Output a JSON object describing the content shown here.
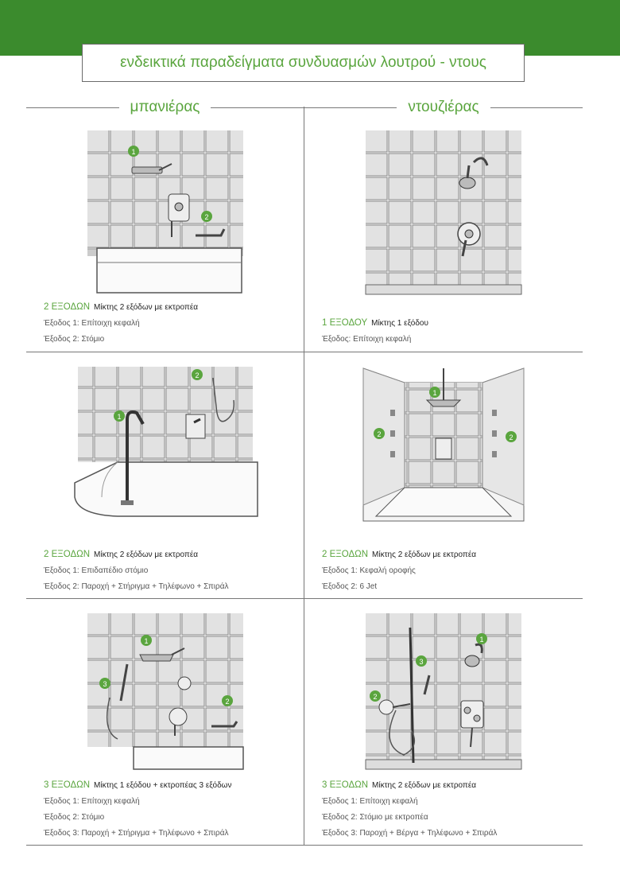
{
  "title": "ενδεικτικά παραδείγματα συνδυασμών λουτρού - ντους",
  "columns": {
    "left": "μπανιέρας",
    "right": "ντουζιέρας"
  },
  "cells": [
    {
      "num": "2 ΕΞΟΔΩΝ",
      "desc": "Μίκτης 2 εξόδων με εκτροπέα",
      "rows": [
        "Έξοδος 1: Επίτοιχη κεφαλή",
        "Έξοδος 2: Στόμιο"
      ],
      "markers": [
        "1",
        "2"
      ]
    },
    {
      "num": "1 ΕΞΟΔΟΥ",
      "desc": "Μίκτης 1 εξόδου",
      "rows": [
        "Έξοδος: Επίτοιχη κεφαλή"
      ],
      "markers": []
    },
    {
      "num": "2 ΕΞΟΔΩΝ",
      "desc": "Μίκτης 2 εξόδων με εκτροπέα",
      "rows": [
        "Έξοδος 1: Επιδαπέδιο στόμιο",
        "Έξοδος 2: Παροχή + Στήριγμα + Τηλέφωνο + Σπιράλ"
      ],
      "markers": [
        "1",
        "2"
      ]
    },
    {
      "num": "2 ΕΞΟΔΩΝ",
      "desc": "Μίκτης 2 εξόδων με εκτροπέα",
      "rows": [
        "Έξοδος 1: Κεφαλή οροφής",
        "Έξοδος 2: 6 Jet"
      ],
      "markers": [
        "1",
        "2",
        "2"
      ]
    },
    {
      "num": "3 ΕΞΟΔΩΝ",
      "desc": "Μίκτης 1 εξόδου + εκτροπέας 3 εξόδων",
      "rows": [
        "Έξοδος 1: Επίτοιχη κεφαλή",
        "Έξοδος 2: Στόμιο",
        "Έξοδος 3: Παροχή + Στήριγμα + Τηλέφωνο + Σπιράλ"
      ],
      "markers": [
        "1",
        "2",
        "3"
      ]
    },
    {
      "num": "3 ΕΞΟΔΩΝ",
      "desc": "Μίκτης 2 εξόδων με εκτροπέα",
      "rows": [
        "Έξοδος 1: Επίτοιχη κεφαλή",
        "Έξοδος 2: Στόμιο με εκτροπέα",
        "Έξοδος 3: Παροχή + Βέργα + Τηλέφωνο + Σπιράλ"
      ],
      "markers": [
        "1",
        "2",
        "3"
      ]
    }
  ],
  "colors": {
    "brand_green": "#3b8b2d",
    "accent_green": "#5aa53e",
    "divider": "#777777"
  }
}
